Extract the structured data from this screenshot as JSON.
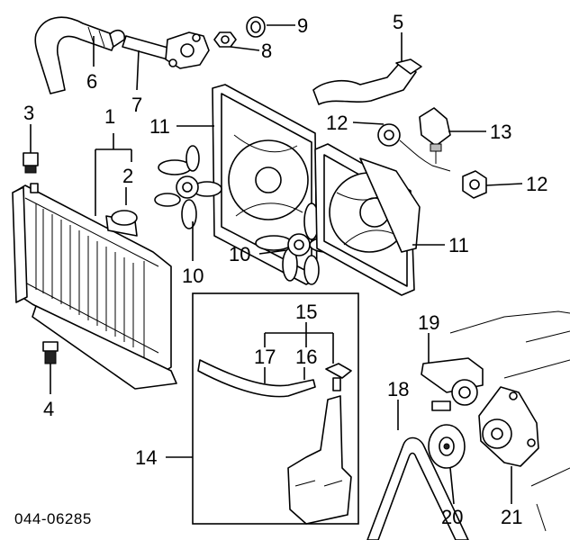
{
  "diagram_code": "044-06285",
  "callouts": {
    "c1": "1",
    "c2": "2",
    "c3": "3",
    "c4": "4",
    "c5": "5",
    "c6": "6",
    "c7": "7",
    "c8": "8",
    "c9": "9",
    "c10a": "10",
    "c10b": "10",
    "c11a": "11",
    "c11b": "11",
    "c12a": "12",
    "c12b": "12",
    "c13": "13",
    "c14": "14",
    "c15": "15",
    "c16": "16",
    "c17": "17",
    "c18": "18",
    "c19": "19",
    "c20": "20",
    "c21": "21"
  }
}
